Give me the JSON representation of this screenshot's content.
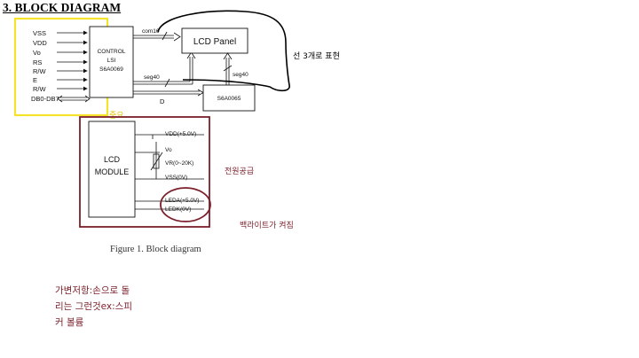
{
  "heading": "3. BLOCK DIAGRAM",
  "pins": [
    "VSS",
    "VDD",
    "Vo",
    "RS",
    "R/W",
    "E",
    "R/W",
    "DB0-DB7"
  ],
  "controller": {
    "line1": "CONTROL",
    "line2": "LSI",
    "line3": "S6A0069"
  },
  "lcd_panel": "LCD Panel",
  "driver": "S6A0065",
  "signals": {
    "com": "com16",
    "seg_top": "seg40",
    "seg_driver": "seg40",
    "d": "D"
  },
  "module": {
    "line1": "LCD",
    "line2": "MODULE"
  },
  "module_pins": [
    "VDD(+5.0V)",
    "Vo",
    "VR(0~20K)",
    "VSS(0V)",
    "LEDA(+5.0V)",
    "LEDK(0V)"
  ],
  "annotations": {
    "line_note": "선 3개로 표현",
    "yellow_note": "중요",
    "power_note": "전원공급",
    "backlight_note": "백라이트가 켜짐"
  },
  "caption": "Figure 1. Block diagram",
  "bottom_note": [
    "가변저항:손으로 돌",
    "리는 그런것ex:스피",
    "커 볼륨"
  ],
  "colors": {
    "highlight_yellow": "#f5e22a",
    "annotation_red": "#7b1f2a",
    "ink": "#111111"
  }
}
